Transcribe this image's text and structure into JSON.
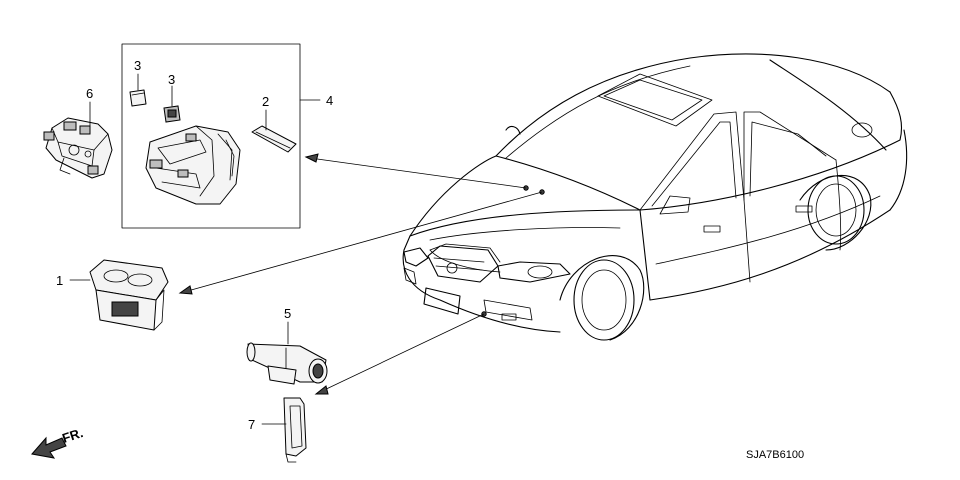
{
  "callouts": {
    "c1": "1",
    "c2": "2",
    "c3a": "3",
    "c3b": "3",
    "c4": "4",
    "c5": "5",
    "c6": "6",
    "c7": "7"
  },
  "direction_label": "FR.",
  "diagram_code": "SJA7B6100",
  "colors": {
    "line": "#000000",
    "background": "#ffffff",
    "shade": "#444444"
  }
}
